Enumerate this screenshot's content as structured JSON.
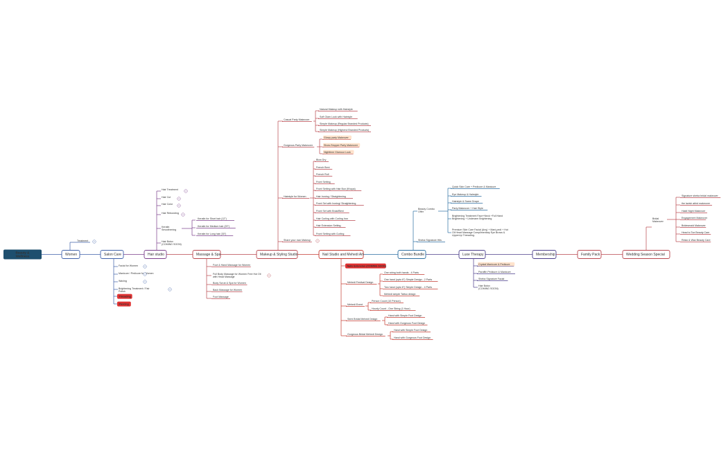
{
  "colors": {
    "root_fill": "#1e4f6e",
    "salon": "#3d5fa8",
    "hair": "#7a3d8a",
    "spa": "#b8454d",
    "makeup": "#b8454d",
    "nail": "#c43a30",
    "combo": "#2a6da0",
    "tone": "#4a3d8a",
    "pack": "#b8454d",
    "highlight": "#ffe3cc",
    "badge": "#e03333"
  },
  "root": "Beauty & Wellness",
  "main": {
    "women": "Women",
    "salon": "Salon Care",
    "hair_studio": "Hair studio",
    "massage": "Massage & Spa",
    "makeup": "Makeup & Styling Studio",
    "nail": "Nail Studio and Mehedi Art",
    "combo": "Combo Bundle",
    "luxe": "Luxe Therapy",
    "membership": "Membership",
    "family": "Family Pack",
    "wedding": "Wedding Season Special"
  },
  "women_child": "Treatment",
  "salon_children": [
    "Facial for Women",
    "Manicure / Pedicure for Women",
    "Waxing",
    "Brightening Treatment / Fair Polish",
    "Threading",
    "Piercing"
  ],
  "hair_children": [
    "Hair Treatment",
    "Hair Cut",
    "Hair Color",
    "Hair Rebonding",
    "Keratin Smoothening",
    "Hair Botox (COMING SOON)"
  ],
  "keratin_children": [
    "Keratin for Short hair (12\")",
    "Keratin for Medium hair (20\")",
    "Keratin for Long hair (30\")"
  ],
  "spa_children": [
    "Foot & Hand Massage for Women",
    "Full Body Massage for Women Free Hot Oil with Head Massage",
    "Body Scrub & Spa for Women",
    "Back Massage for Women",
    "Foot Massage"
  ],
  "makeup_groups": [
    "Casual Party Makeover",
    "Gorgeous Party Makeover",
    "Hairstyle for Women",
    "Share your own Makeup"
  ],
  "casual_items": [
    "Natural Makeup with Hairstyle",
    "Soft Glam Look with Hairstyle",
    "Simple Makeup (Regular Branded Products)",
    "Simple Makeup (Highend Branded Products)"
  ],
  "gorgeous_items": [
    "Glowy party Makeover",
    "Show-Stopper Party Makeover",
    "Nighttime Glamour Look"
  ],
  "hairstyle_items": [
    "Blow Dry",
    "French Beni",
    "French Roll",
    "Front Setting",
    "Front Setting with Hair Bun (Khopa)",
    "Hair Ironing / Straightening",
    "Front Set with Ironing/ Straightening",
    "Front Set with Braid/Beni",
    "Hair Curling with Curling Iron",
    "Hair Extension Setting",
    "Front Setting with Curling"
  ],
  "nail_badge": "Nails Extension (COMING SOON)",
  "nail_groups": [
    "Mehedi Festival Design",
    "Mehedi Event",
    "Semi Bridal Mehedi Design",
    "Gorgeous Bridal Mehedi Design"
  ],
  "festival_items": [
    "One string both hands - 4 Parts",
    "One hand (upto 6\") Simple Design - 2 Parts",
    "Two hand (upto 6\") Simple Design - 4 Parts",
    "Mehedi simple Tattoo design"
  ],
  "event_items": [
    "Person Count (10 Person)",
    "Hourly Count - One String (1 Hour)"
  ],
  "semi_items": [
    "Hand with Simple Foot Design",
    "Hand with Gorgeous Foot Design"
  ],
  "gorgeous_bridal_items": [
    "Hand with Simple Foot Design",
    "Hand with Gorgeous Foot Design"
  ],
  "combo_groups": [
    "Beauty Combo Offer",
    "Sheba Signature Hits"
  ],
  "combo_items": [
    "Quick Skin Care + Pedicure & Manicure",
    "Eye Makeup & Hairstyle",
    "Hairstyle & Saree Drape",
    "Party Makeover + Hair Style",
    "Brightening Treatment Face+Neck +Full Hand Brightening + Underarm Brightening",
    "Premium Skin Care Facial (Any) + Mani-pedi + Hot Oil Head Massage Complimentary Eye Brows & UpperLip Threading."
  ],
  "luxe_items": [
    "Crystal Manicure & Pedicure",
    "Paraffin Pedicure & Manicure",
    "Sheba Signature Facial",
    "Hair Botox (COMING SOON)"
  ],
  "bridal_label": "Bridal Makeover",
  "bridal_items": [
    "Signature sheba bridal makeover",
    "the lavish abhd makeover",
    "Haldi Night Makeover",
    "Engagement Makeover",
    "Bridesmaid Makeover",
    "Head to Toe Beauty Care",
    "Relax & Wax Beauty Care"
  ]
}
